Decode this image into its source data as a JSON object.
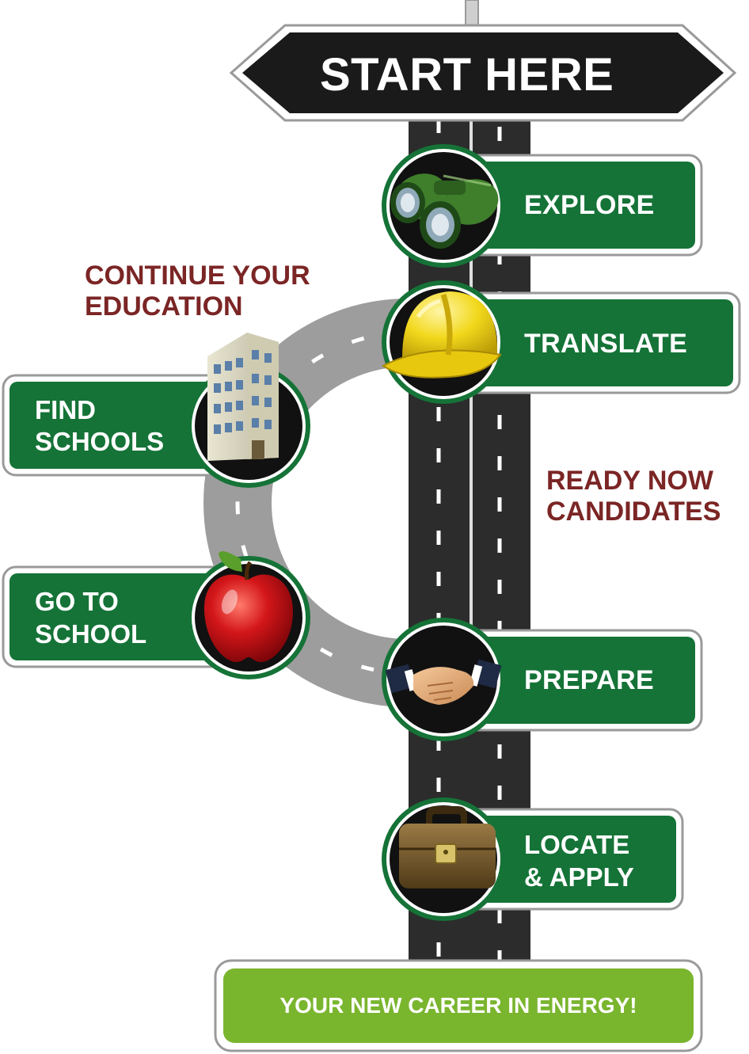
{
  "header": {
    "title": "START HERE"
  },
  "steps": [
    {
      "label": "EXPLORE",
      "icon": "binoculars-icon"
    },
    {
      "label": "TRANSLATE",
      "icon": "hard-hat-icon"
    },
    {
      "label": "PREPARE",
      "icon": "handshake-icon"
    },
    {
      "label_line1": "LOCATE",
      "label_line2": "& APPLY",
      "icon": "briefcase-icon"
    }
  ],
  "education": {
    "heading_line1": "CONTINUE YOUR",
    "heading_line2": "EDUCATION",
    "steps": [
      {
        "label_line1": "FIND",
        "label_line2": "SCHOOLS",
        "icon": "building-icon"
      },
      {
        "label_line1": "GO TO",
        "label_line2": "SCHOOL",
        "icon": "apple-icon"
      }
    ]
  },
  "ready_now": {
    "line1": "READY NOW",
    "line2": "CANDIDATES"
  },
  "footer": {
    "label": "YOUR NEW CAREER IN ENERGY!"
  },
  "colors": {
    "sign_green": "#157337",
    "final_green": "#7ab52e",
    "road": "#2c2c2c",
    "loop_road": "#9d9d9d",
    "maroon_text": "#7b2525",
    "sign_black": "#1a1a1a"
  }
}
